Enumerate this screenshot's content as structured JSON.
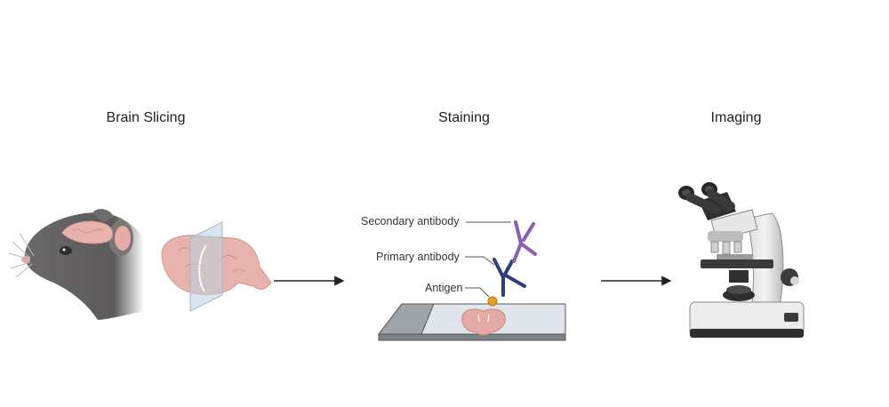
{
  "stages": [
    {
      "title": "Brain Slicing"
    },
    {
      "title": "Staining"
    },
    {
      "title": "Imaging"
    }
  ],
  "staining_labels": {
    "secondary": "Secondary antibody",
    "primary": "Primary antibody",
    "antigen": "Antigen"
  },
  "colors": {
    "mouse_fur": "#5f5d5d",
    "brain": "#e9b3ad",
    "glass": "#b8cfe0",
    "secondary_antibody": "#8b5fb0",
    "primary_antibody": "#2f3f7e",
    "antigen": "#e6a020",
    "arrow": "#222222"
  }
}
